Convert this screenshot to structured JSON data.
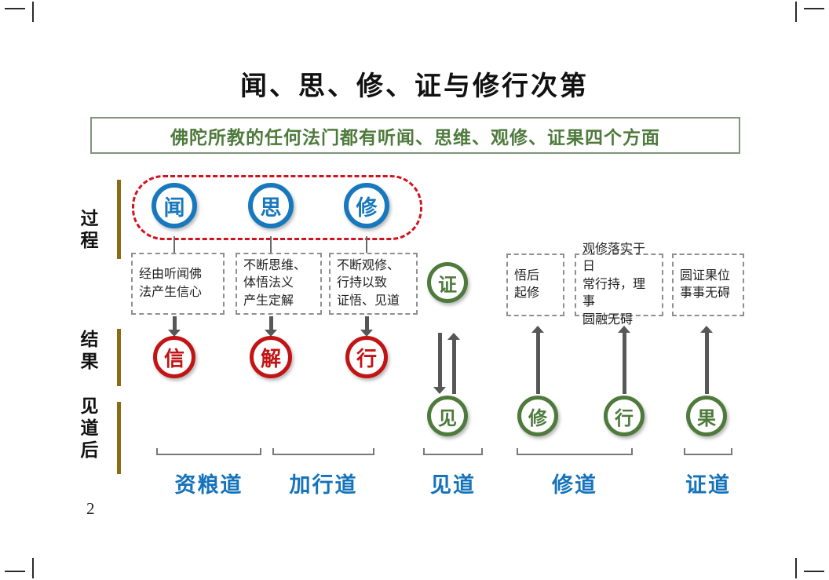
{
  "page": {
    "title": "闻、思、修、证与修行次第",
    "banner": "佛陀所教的任何法门都有听闻、思维、观修、证果四个方面",
    "number": "2"
  },
  "side_labels": [
    {
      "label": "过程"
    },
    {
      "label": "结果"
    },
    {
      "label": "见道后"
    }
  ],
  "top_circles": [
    {
      "label": "闻"
    },
    {
      "label": "思"
    },
    {
      "label": "修"
    }
  ],
  "process_boxes": [
    {
      "text": "经由听闻佛\n法产生信心"
    },
    {
      "text": "不断思维、\n体悟法义\n产生定解"
    },
    {
      "text": "不断观修、\n行持以致\n证悟、见道"
    }
  ],
  "result_circles": [
    {
      "label": "信"
    },
    {
      "label": "解"
    },
    {
      "label": "行"
    }
  ],
  "realization_circle": {
    "label": "证"
  },
  "bottom_circles": [
    {
      "label": "见"
    },
    {
      "label": "修"
    },
    {
      "label": "行"
    },
    {
      "label": "果"
    }
  ],
  "right_boxes": [
    {
      "text": "悟后\n起修"
    },
    {
      "text": "观修落实于日\n常行持，理事\n圆融无碍"
    },
    {
      "text": "圆证果位\n事事无碍"
    }
  ],
  "path_labels": [
    {
      "label": "资粮道"
    },
    {
      "label": "加行道"
    },
    {
      "label": "见道"
    },
    {
      "label": "修道"
    },
    {
      "label": "证道"
    }
  ],
  "colors": {
    "blue": "#1878be",
    "red": "#c21414",
    "green": "#4e7a3c",
    "gold_bar": "#8d6b15",
    "arrow_gray": "#575757",
    "label_blue": "#1573bb",
    "dashed_red": "#d1131e"
  }
}
